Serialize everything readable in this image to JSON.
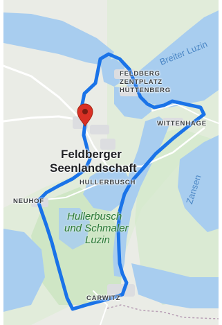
{
  "map": {
    "labels": {
      "breiter_luzin": "Breiter Luzin",
      "feldberg": "FELDBERG",
      "zentplatz": "ZENTPLATZ",
      "huettenberg": "HÜTTENBERG",
      "wittenhagen": "WITTENHAGE",
      "town_line1": "Feldberger",
      "town_line2": "Seenlandschaft",
      "hullerbusch": "HULLERBUSCH",
      "neuhof": "NEUHOF",
      "park_line1": "Hullerbusch",
      "park_line2": "und Schmaler",
      "park_line3": "Luzin",
      "zansen": "Zansen",
      "carwitz": "CARWITZ"
    },
    "icons": {
      "pin": "location-pin-icon"
    },
    "colors": {
      "water": "#a8cdef",
      "land": "#eaece6",
      "park": "#cfe8c7",
      "route": "#1a73e8",
      "pin": "#d93025"
    }
  }
}
